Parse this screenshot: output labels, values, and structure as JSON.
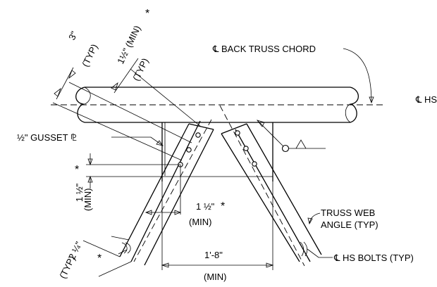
{
  "labels": {
    "back_chord": "℄ BACK TRUSS CHORD",
    "hs_right": "℄ HS",
    "gusset": "½\" GUSSET ⅊",
    "web_angle_1": "TRUSS WEB",
    "web_angle_2": "ANGLE (TYP)",
    "hs_bolts": "℄ HS BOLTS (TYP)",
    "width": "1'-8\"",
    "width_min": "(MIN)",
    "bolt_edge": "1 ½\"",
    "bolt_edge_star": "*",
    "bolt_edge_min": "(MIN)",
    "vert": "1 ½\"",
    "vert_star": "*",
    "vert_min": "(MIN)",
    "top_3": "3\"",
    "top_3_typ": "(TYP)",
    "top_15": "1½\" (MIN)",
    "top_15_star": "*",
    "top_15_typ": "(TYP)",
    "bot_225": "2 ¼\"",
    "bot_225_star": "*",
    "bot_225_typ": "(TYP)"
  }
}
